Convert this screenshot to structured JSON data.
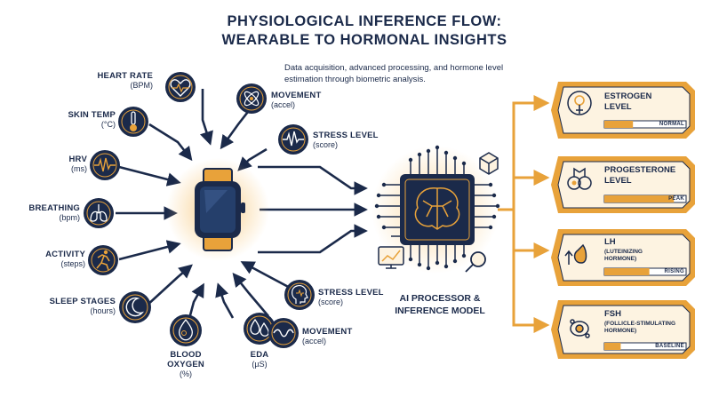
{
  "title_line1": "PHYSIOLOGICAL INFERENCE FLOW:",
  "title_line2": "WEARABLE TO HORMONAL INSIGHTS",
  "subtitle": "Data acquisition, advanced processing, and hormone level estimation through biometric analysis.",
  "colors": {
    "navy": "#1b2a4a",
    "orange": "#e8a23a",
    "cream": "#fdf3e1"
  },
  "inputs": {
    "heart_rate": {
      "name": "HEART RATE",
      "unit": "(BPM)",
      "icon": "heart-pulse-icon"
    },
    "skin_temp": {
      "name": "SKIN TEMP",
      "unit": "(°C)",
      "icon": "thermometer-icon"
    },
    "hrv": {
      "name": "HRV",
      "unit": "(ms)",
      "icon": "waveform-icon"
    },
    "breathing": {
      "name": "BREATHING",
      "unit": "(bpm)",
      "icon": "lungs-icon"
    },
    "activity": {
      "name": "ACTIVITY",
      "unit": "(steps)",
      "icon": "runner-icon"
    },
    "sleep": {
      "name": "SLEEP STAGES",
      "unit": "(hours)",
      "icon": "moon-icon"
    },
    "blood_oxygen": {
      "name1": "BLOOD",
      "name2": "OXYGEN",
      "unit": "(%)",
      "icon": "o2-drop-icon"
    },
    "eda": {
      "name": "EDA",
      "unit": "(µS)",
      "icon": "drops-icon"
    },
    "movement_top": {
      "name": "MOVEMENT",
      "unit": "(accel)",
      "icon": "atom-icon"
    },
    "stress_top": {
      "name": "STRESS LEVEL",
      "unit": "(score)",
      "icon": "ecg-icon"
    },
    "stress_bottom": {
      "name": "STRESS LEVEL",
      "unit": "(score)",
      "icon": "head-pulse-icon"
    },
    "movement_bottom": {
      "name": "MOVEMENT",
      "unit": "(accel)",
      "icon": "wave-circle-icon"
    }
  },
  "processor": {
    "line1": "AI PROCESSOR &",
    "line2": "INFERENCE MODEL"
  },
  "outputs": {
    "estrogen": {
      "line1": "ESTROGEN",
      "line2": "LEVEL",
      "status": "NORMAL",
      "level": 0.35
    },
    "progesterone": {
      "line1": "PROGESTERONE",
      "line2": "LEVEL",
      "status": "PEAK",
      "level": 0.85
    },
    "lh": {
      "line1": "LH",
      "sub1": "(LUTEINIZING",
      "sub2": "HORMONE)",
      "status": "RISING",
      "level": 0.55
    },
    "fsh": {
      "line1": "FSH",
      "sub1": "(FOLLICLE-STIMULATING",
      "sub2": "HORMONE)",
      "status": "BASELINE",
      "level": 0.2
    }
  }
}
